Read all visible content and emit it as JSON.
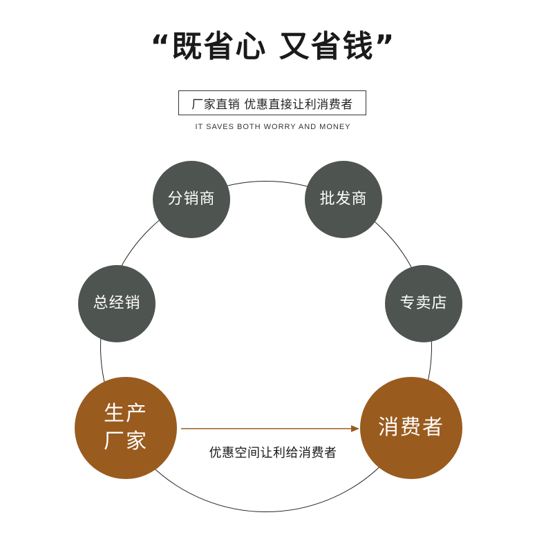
{
  "header": {
    "title": "“既省心 又省钱”",
    "subtitle": "厂家直销 优惠直接让利消费者",
    "english": "IT SAVES BOTH WORRY AND MONEY"
  },
  "diagram": {
    "nodes": {
      "distributor": "分销商",
      "wholesaler": "批发商",
      "general_agent": "总经销",
      "specialty_store": "专卖店",
      "manufacturer": "生产\n厂家",
      "consumer": "消费者"
    },
    "arrow_label": "优惠空间让利给消费者"
  },
  "colors": {
    "grey_node": "#4e544f",
    "brown_node": "#9a5b1e",
    "ring": "#222222"
  }
}
